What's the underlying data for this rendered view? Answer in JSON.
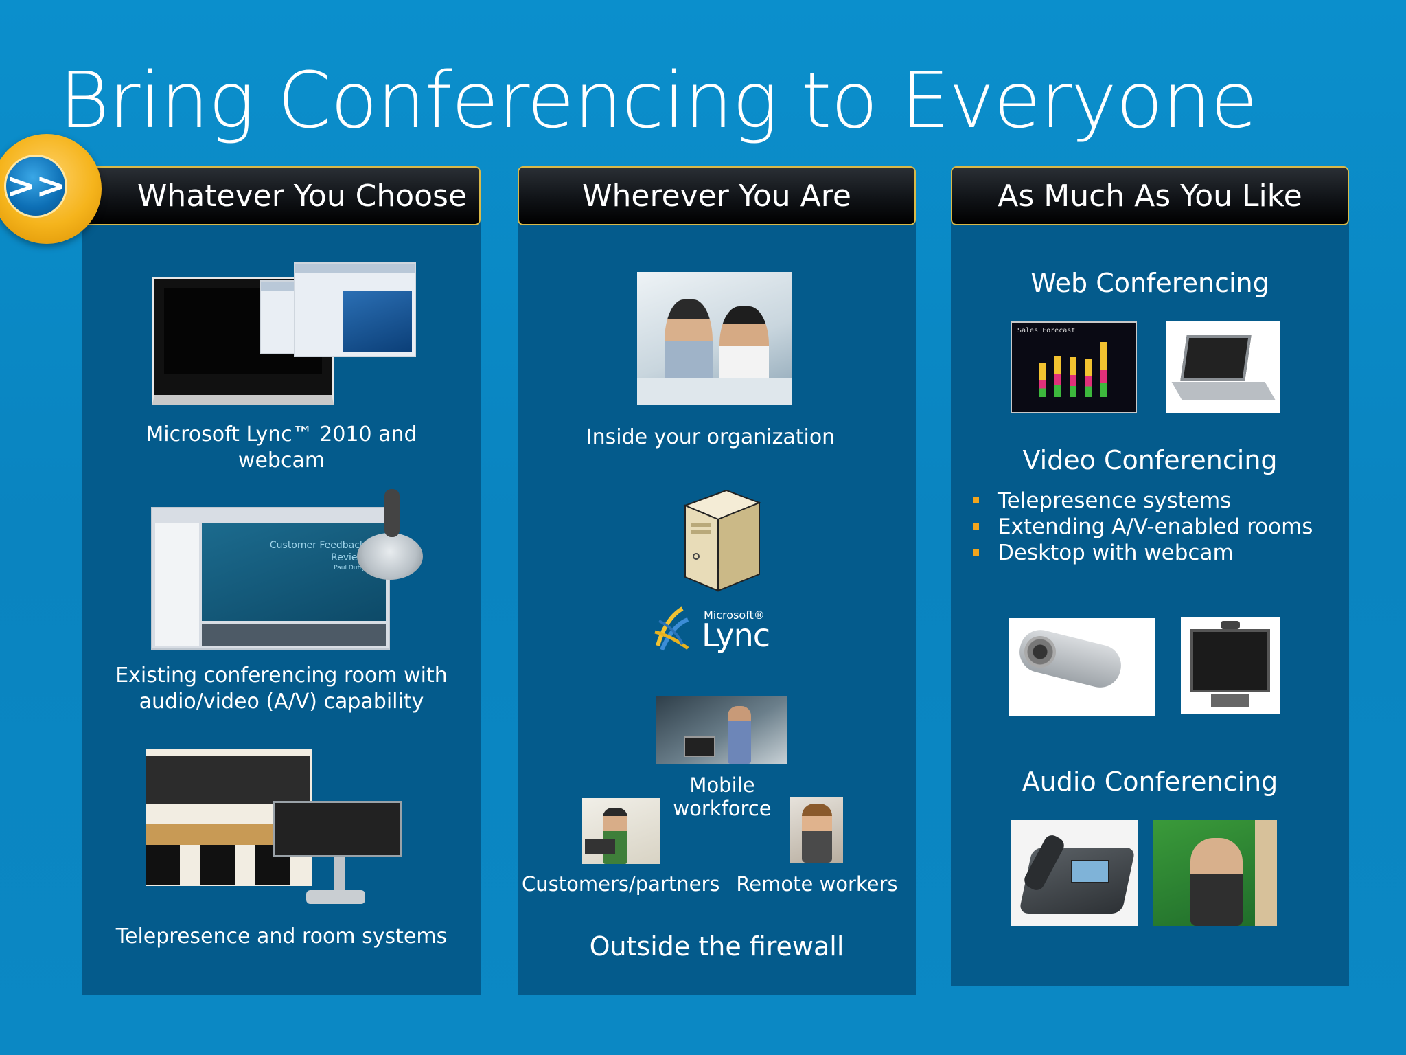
{
  "slide": {
    "title": "Bring Conferencing to Everyone",
    "badge_glyph": ">>"
  },
  "columns": [
    {
      "header": "Whatever You Choose",
      "captions": [
        "Microsoft Lync™ 2010  and webcam",
        "Existing conferencing room with audio/video (A/V) capability",
        "Telepresence and room systems"
      ],
      "screen_text": [
        "Customer Feedback",
        "Review",
        "Paul Duffy"
      ]
    },
    {
      "header": "Wherever You Are",
      "inside_caption": "Inside your organization",
      "lync_logo": {
        "brand": "Microsoft®",
        "product": "Lync"
      },
      "mobile_caption": "Mobile workforce",
      "customers_caption": "Customers/partners",
      "remote_caption": "Remote workers",
      "outside_caption": "Outside the firewall"
    },
    {
      "header": "As Much As You Like",
      "web_heading": "Web Conferencing",
      "chart_title": "Sales Forecast",
      "video_heading": "Video Conferencing",
      "video_bullets": [
        "Telepresence systems",
        "Extending A/V-enabled rooms",
        "Desktop with webcam"
      ],
      "audio_heading": "Audio Conferencing"
    }
  ],
  "colors": {
    "background": "#0a86c2",
    "column_panel": "#045b8c",
    "header_border": "#d9b949",
    "bullet": "#f2a51c"
  }
}
